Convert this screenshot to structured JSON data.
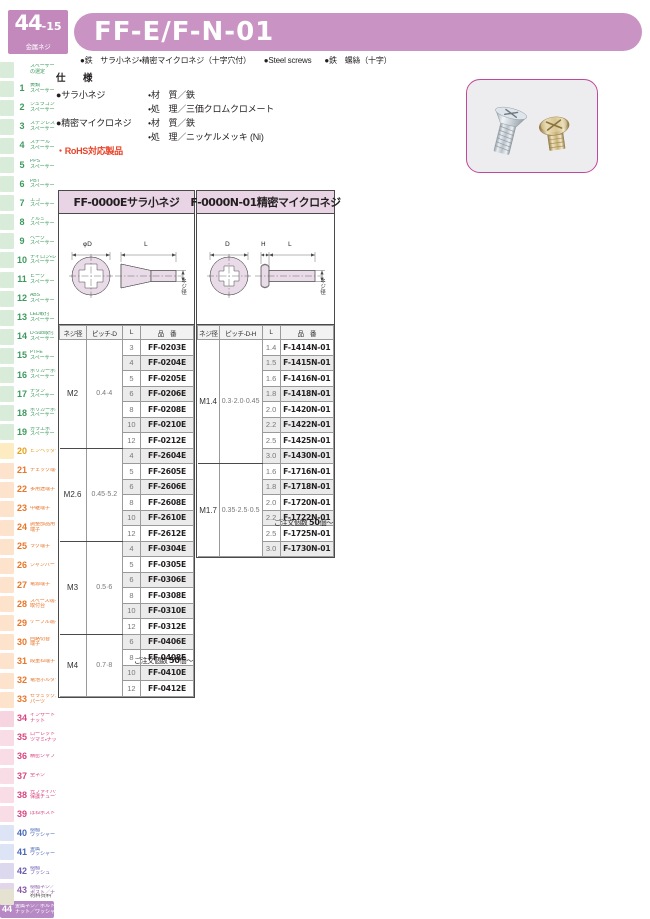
{
  "header": {
    "page_number": "44",
    "page_sub": "-15",
    "page_category": "金属ネジ",
    "title": "FF-E/F-N-01",
    "subtitle_parts": [
      "●鉄　サラ小ネジ・精密マイクロネジ（十字穴付）",
      "●Steel screws",
      "●鉄　螺絲（十字）"
    ]
  },
  "spec": {
    "heading": "仕　様",
    "groups": [
      {
        "name": "●サラ小ネジ",
        "lines": [
          {
            "key": "",
            "val": "・材　質／鉄"
          },
          {
            "key": "",
            "val": "・処　理／三価クロムクロメート"
          }
        ]
      },
      {
        "name": "●精密マイクロネジ",
        "lines": [
          {
            "key": "",
            "val": "・材　質／鉄"
          },
          {
            "key": "",
            "val": "・処　理／ニッケルメッキ (Ni)"
          }
        ]
      }
    ],
    "rohs": "・RoHS対応製品"
  },
  "tables": [
    {
      "id": "left",
      "title_code": "FF-0000E",
      "title_name": "サラ小ネジ",
      "drawing": {
        "labels": [
          "φD",
          "L",
          "ネジ径"
        ],
        "head_type": "countersunk"
      },
      "columns": [
        "ネジ径",
        "ピッチ-D",
        "L",
        "品　番"
      ],
      "order_note_prefix": "ご注文個数 ",
      "order_note_qty": "50",
      "order_note_suffix": "個～",
      "groups": [
        {
          "dia": "M2",
          "pitch": "0.4·4",
          "rows": [
            {
              "L": "3",
              "pn": "FF-0203E"
            },
            {
              "L": "4",
              "pn": "FF-0204E"
            },
            {
              "L": "5",
              "pn": "FF-0205E"
            },
            {
              "L": "6",
              "pn": "FF-0206E"
            },
            {
              "L": "8",
              "pn": "FF-0208E"
            },
            {
              "L": "10",
              "pn": "FF-0210E"
            },
            {
              "L": "12",
              "pn": "FF-0212E"
            }
          ]
        },
        {
          "dia": "M2.6",
          "pitch": "0.45·5.2",
          "rows": [
            {
              "L": "4",
              "pn": "FF-2604E"
            },
            {
              "L": "5",
              "pn": "FF-2605E"
            },
            {
              "L": "6",
              "pn": "FF-2606E"
            },
            {
              "L": "8",
              "pn": "FF-2608E"
            },
            {
              "L": "10",
              "pn": "FF-2610E"
            },
            {
              "L": "12",
              "pn": "FF-2612E"
            }
          ]
        },
        {
          "dia": "M3",
          "pitch": "0.5·6",
          "rows": [
            {
              "L": "4",
              "pn": "FF-0304E"
            },
            {
              "L": "5",
              "pn": "FF-0305E"
            },
            {
              "L": "6",
              "pn": "FF-0306E"
            },
            {
              "L": "8",
              "pn": "FF-0308E"
            },
            {
              "L": "10",
              "pn": "FF-0310E"
            },
            {
              "L": "12",
              "pn": "FF-0312E"
            }
          ]
        },
        {
          "dia": "M4",
          "pitch": "0.7·8",
          "rows": [
            {
              "L": "6",
              "pn": "FF-0406E"
            },
            {
              "L": "8",
              "pn": "FF-0408E"
            },
            {
              "L": "10",
              "pn": "FF-0410E"
            },
            {
              "L": "12",
              "pn": "FF-0412E"
            }
          ]
        }
      ]
    },
    {
      "id": "right",
      "title_code": "F-0000N-01",
      "title_name": "精密マイクロネジ",
      "drawing": {
        "labels": [
          "D",
          "H",
          "L",
          "ネジ径"
        ],
        "head_type": "pan"
      },
      "columns": [
        "ネジ径",
        "ピッチ-D-H",
        "L",
        "品　番"
      ],
      "order_note_prefix": "ご注文個数 ",
      "order_note_qty": "50",
      "order_note_suffix": "個～",
      "groups": [
        {
          "dia": "M1.4",
          "pitch": "0.3·2.0·0.45",
          "rows": [
            {
              "L": "1.4",
              "pn": "F-1414N-01"
            },
            {
              "L": "1.5",
              "pn": "F-1415N-01"
            },
            {
              "L": "1.6",
              "pn": "F-1416N-01"
            },
            {
              "L": "1.8",
              "pn": "F-1418N-01"
            },
            {
              "L": "2.0",
              "pn": "F-1420N-01"
            },
            {
              "L": "2.2",
              "pn": "F-1422N-01"
            },
            {
              "L": "2.5",
              "pn": "F-1425N-01"
            },
            {
              "L": "3.0",
              "pn": "F-1430N-01"
            }
          ]
        },
        {
          "dia": "M1.7",
          "pitch": "0.35·2.5·0.5",
          "rows": [
            {
              "L": "1.6",
              "pn": "F-1716N-01"
            },
            {
              "L": "1.8",
              "pn": "F-1718N-01"
            },
            {
              "L": "2.0",
              "pn": "F-1720N-01"
            },
            {
              "L": "2.2",
              "pn": "F-1722N-01"
            },
            {
              "L": "2.5",
              "pn": "F-1725N-01"
            },
            {
              "L": "3.0",
              "pn": "F-1730N-01"
            }
          ]
        }
      ]
    }
  ],
  "sidebar": {
    "footer_label": "材料資料",
    "items": [
      {
        "num": "",
        "lines": [
          "スペーサー",
          "の選定"
        ],
        "color": "#d9ecd9",
        "text": "#3d9a5e"
      },
      {
        "num": "1",
        "lines": [
          "黄銅",
          "スペーサー"
        ],
        "color": "#d9ecd9",
        "text": "#3d9a5e"
      },
      {
        "num": "2",
        "lines": [
          "ジュラコン",
          "スペーサー"
        ],
        "color": "#d9ecd9",
        "text": "#3d9a5e"
      },
      {
        "num": "3",
        "lines": [
          "ステンレス",
          "スペーサー"
        ],
        "color": "#d9ecd9",
        "text": "#3d9a5e"
      },
      {
        "num": "4",
        "lines": [
          "スチール",
          "スペーサー"
        ],
        "color": "#d9ecd9",
        "text": "#3d9a5e"
      },
      {
        "num": "5",
        "lines": [
          "PPS",
          "スペーサー"
        ],
        "color": "#d9ecd9",
        "text": "#3d9a5e"
      },
      {
        "num": "6",
        "lines": [
          "PBT",
          "スペーサー"
        ],
        "color": "#d9ecd9",
        "text": "#3d9a5e"
      },
      {
        "num": "7",
        "lines": [
          "エコ",
          "スペーサー"
        ],
        "color": "#d9ecd9",
        "text": "#3d9a5e"
      },
      {
        "num": "8",
        "lines": [
          "アルミ",
          "スペーサー"
        ],
        "color": "#d9ecd9",
        "text": "#3d9a5e"
      },
      {
        "num": "9",
        "lines": [
          "ベーク",
          "スペーサー"
        ],
        "color": "#d9ecd9",
        "text": "#3d9a5e"
      },
      {
        "num": "10",
        "lines": [
          "ナイロン・レニー",
          "スペーサー"
        ],
        "color": "#d9ecd9",
        "text": "#3d9a5e"
      },
      {
        "num": "11",
        "lines": [
          "ピーク",
          "スペーサー"
        ],
        "color": "#d9ecd9",
        "text": "#3d9a5e"
      },
      {
        "num": "12",
        "lines": [
          "ABS",
          "スペーサー"
        ],
        "color": "#d9ecd9",
        "text": "#3d9a5e"
      },
      {
        "num": "13",
        "lines": [
          "LED取付",
          "スペーサー"
        ],
        "color": "#d9ecd9",
        "text": "#3d9a5e"
      },
      {
        "num": "14",
        "lines": [
          "D-Sub取付",
          "スペーサー"
        ],
        "color": "#d9ecd9",
        "text": "#3d9a5e"
      },
      {
        "num": "15",
        "lines": [
          "PTFE",
          "スペーサー"
        ],
        "color": "#d9ecd9",
        "text": "#3d9a5e"
      },
      {
        "num": "16",
        "lines": [
          "ポリカーボネイト",
          "スペーサー"
        ],
        "color": "#d9ecd9",
        "text": "#3d9a5e"
      },
      {
        "num": "17",
        "lines": [
          "チタン",
          "スペーサー"
        ],
        "color": "#d9ecd9",
        "text": "#3d9a5e"
      },
      {
        "num": "18",
        "lines": [
          "ポリカーボネイト",
          "スペーサー"
        ],
        "color": "#d9ecd9",
        "text": "#3d9a5e"
      },
      {
        "num": "19",
        "lines": [
          "ガラエポ",
          "スペーサー"
        ],
        "color": "#d9ecd9",
        "text": "#3d9a5e"
      },
      {
        "num": "20",
        "lines": [
          "ピンヘッダー"
        ],
        "color": "#fdecc2",
        "text": "#e8a019"
      },
      {
        "num": "21",
        "lines": [
          "チェック端子"
        ],
        "color": "#fde3cc",
        "text": "#e8762a"
      },
      {
        "num": "22",
        "lines": [
          "多用途端子"
        ],
        "color": "#fde3cc",
        "text": "#e8762a"
      },
      {
        "num": "23",
        "lines": [
          "中継端子"
        ],
        "color": "#fde3cc",
        "text": "#e8762a"
      },
      {
        "num": "24",
        "lines": [
          "調整部品用",
          "端子"
        ],
        "color": "#fde3cc",
        "text": "#e8762a"
      },
      {
        "num": "25",
        "lines": [
          "ラグ端子"
        ],
        "color": "#fde3cc",
        "text": "#e8762a"
      },
      {
        "num": "26",
        "lines": [
          "ジャンパー"
        ],
        "color": "#fde3cc",
        "text": "#e8762a"
      },
      {
        "num": "27",
        "lines": [
          "電源端子"
        ],
        "color": "#fde3cc",
        "text": "#e8762a"
      },
      {
        "num": "28",
        "lines": [
          "スペース端子",
          "取付台"
        ],
        "color": "#fde3cc",
        "text": "#e8762a"
      },
      {
        "num": "29",
        "lines": [
          "ケーブル端子"
        ],
        "color": "#fde3cc",
        "text": "#e8762a"
      },
      {
        "num": "30",
        "lines": [
          "回路切替",
          "端子"
        ],
        "color": "#fde3cc",
        "text": "#e8762a"
      },
      {
        "num": "31",
        "lines": [
          "段重ね端子"
        ],
        "color": "#fde3cc",
        "text": "#e8762a"
      },
      {
        "num": "32",
        "lines": [
          "電池ホルダー"
        ],
        "color": "#fde3cc",
        "text": "#e8762a"
      },
      {
        "num": "33",
        "lines": [
          "セラミックス",
          "パーツ"
        ],
        "color": "#fde3cc",
        "text": "#e8762a"
      },
      {
        "num": "34",
        "lines": [
          "インサート",
          "ナット"
        ],
        "color": "#f6d5e0",
        "text": "#d8457f"
      },
      {
        "num": "35",
        "lines": [
          "ローレット",
          "ツマミ・ナット"
        ],
        "color": "#f9dde6",
        "text": "#d8457f"
      },
      {
        "num": "36",
        "lines": [
          "精密シャフト"
        ],
        "color": "#f9dde6",
        "text": "#d8457f"
      },
      {
        "num": "37",
        "lines": [
          "全ネジ"
        ],
        "color": "#f9dde6",
        "text": "#d8457f"
      },
      {
        "num": "38",
        "lines": [
          "光ファイバー",
          "保護チューブ"
        ],
        "color": "#f9dde6",
        "text": "#d8457f"
      },
      {
        "num": "39",
        "lines": [
          "ばねポスト"
        ],
        "color": "#f9dde6",
        "text": "#d8457f"
      },
      {
        "num": "40",
        "lines": [
          "樹脂",
          "ワッシャー"
        ],
        "color": "#dce4f5",
        "text": "#4a68b8"
      },
      {
        "num": "41",
        "lines": [
          "金属",
          "ワッシャー"
        ],
        "color": "#dce4f5",
        "text": "#4a68b8"
      },
      {
        "num": "42",
        "lines": [
          "樹脂",
          "ブッシュ"
        ],
        "color": "#dcd9ee",
        "text": "#6a5fb0"
      },
      {
        "num": "43",
        "lines": [
          "樹脂ネジ／",
          "ポスト／ナット"
        ],
        "color": "#e2d6ea",
        "text": "#8a5aa8"
      },
      {
        "num": "44",
        "lines": [
          "金属ネジ／ボルト／",
          "ナット／ワッシャー"
        ],
        "color": "#b789c4",
        "text": "#ffffff",
        "selected": true
      }
    ]
  }
}
